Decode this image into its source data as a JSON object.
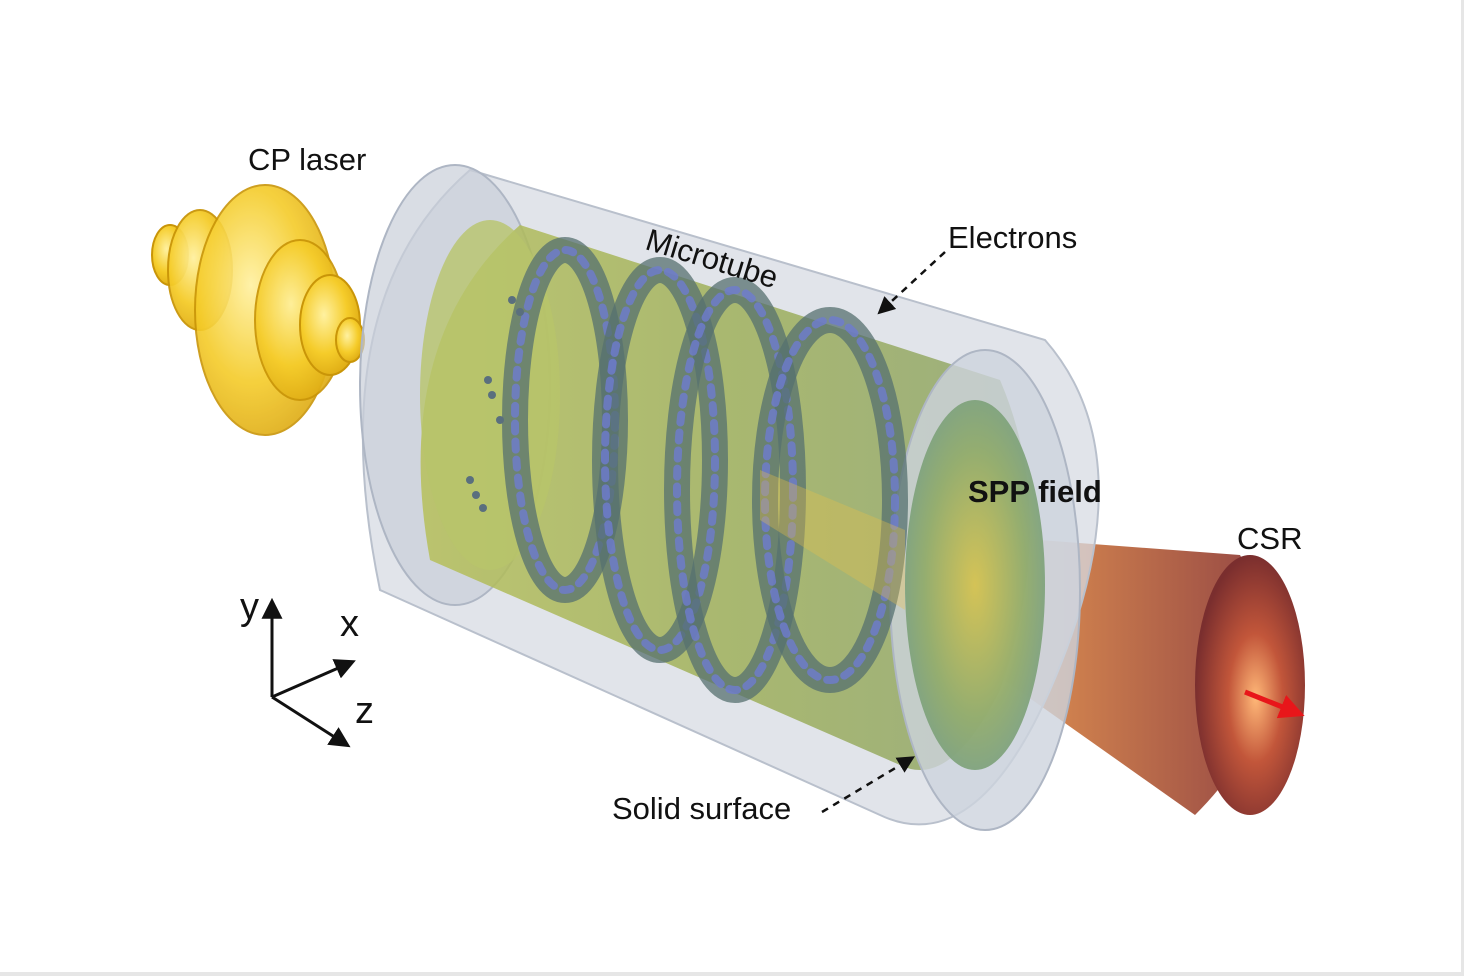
{
  "labels": {
    "cp_laser": "CP laser",
    "microtube": "Microtube",
    "electrons": "Electrons",
    "spp_field": "SPP field",
    "csr": "CSR",
    "solid_surface": "Solid surface"
  },
  "axes": {
    "y": "y",
    "x": "x",
    "z": "z"
  },
  "colors": {
    "laser": "#f2c21a",
    "tube_outer": "#c7cdd8",
    "tube_inner": "#b9bd5a",
    "electron": "#6a78c8",
    "electron_dark": "#4e6a78",
    "csr_cone": "#b8482a",
    "arrow": "#e8161a"
  }
}
